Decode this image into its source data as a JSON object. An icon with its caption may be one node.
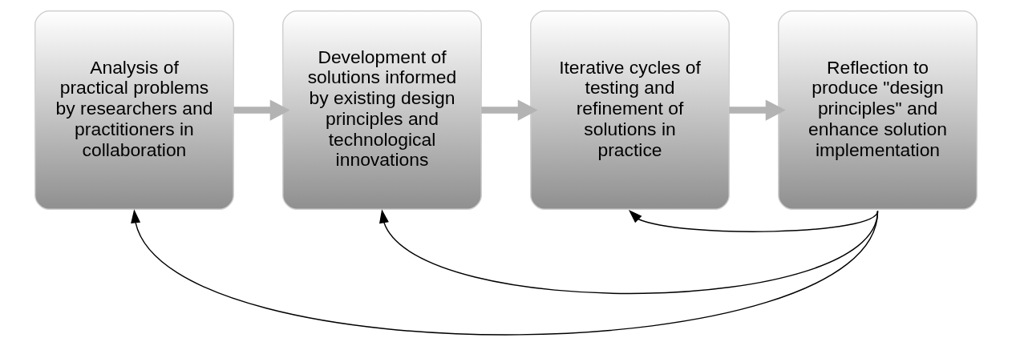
{
  "diagram": {
    "nodes": [
      {
        "text": [
          "Analysis of practical problems by researchers and practitioners in collaboration"
        ]
      },
      {
        "text": [
          "Development of solutions informed by existing design principles and technological innovations"
        ]
      },
      {
        "text": [
          "Iterative cycles of testing and refinement of solutions in practice"
        ]
      },
      {
        "text": [
          "Reflection to produce \"design principles\" and enhance solution implementation"
        ]
      }
    ],
    "edges": [
      {
        "from": 0,
        "to": 1,
        "arrow": "to",
        "style": "thick",
        "color": "#b3b3b3"
      },
      {
        "from": 1,
        "to": 2,
        "arrow": "to",
        "style": "thick",
        "color": "#b3b3b3"
      },
      {
        "from": 2,
        "to": 3,
        "arrow": "to",
        "style": "thick",
        "color": "#b3b3b3"
      },
      {
        "from": 3,
        "to": 0,
        "arrow": "to",
        "color": "#000000"
      },
      {
        "from": 3,
        "to": 1,
        "arrow": "to",
        "color": "#000000"
      },
      {
        "from": 3,
        "to": 2,
        "arrow": "to",
        "color": "#000000"
      }
    ]
  }
}
